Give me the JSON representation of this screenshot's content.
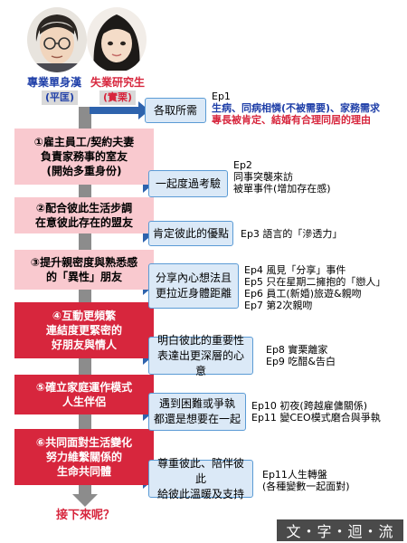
{
  "header": {
    "left_title": "專業單身漢",
    "left_name": "(平匡)",
    "right_title": "失業研究生",
    "right_name": "(實栗)"
  },
  "stages": [
    {
      "text": "①雇主員工/契約夫妻負責家務事的室友(開始多重身份)",
      "lines": [
        "①雇主員工/契約夫妻",
        "負責家務事的室友",
        "(開始多重身份)"
      ],
      "style": "light"
    },
    {
      "lines": [
        "②配合彼此生活步調",
        "在意彼此存在的盟友"
      ],
      "style": "light"
    },
    {
      "lines": [
        "③提升親密度與熟悉感",
        "的「異性」朋友"
      ],
      "style": "light"
    },
    {
      "lines": [
        "④互動更頻繁",
        "連結度更緊密的",
        "好朋友與情人"
      ],
      "style": "dark"
    },
    {
      "lines": [
        "⑤確立家庭運作模式",
        "人生伴侶"
      ],
      "style": "dark"
    },
    {
      "lines": [
        "⑥共同面對生活變化",
        "努力維繫關係的",
        "生命共同體"
      ],
      "style": "dark"
    }
  ],
  "actions": [
    {
      "lines": [
        "各取所需"
      ]
    },
    {
      "lines": [
        "一起度過考驗"
      ]
    },
    {
      "lines": [
        "肯定彼此的優點"
      ]
    },
    {
      "lines": [
        "分享內心想法且",
        "更拉近身體距離"
      ]
    },
    {
      "lines": [
        "明白彼此的重要性",
        "表達出更深層的心意"
      ]
    },
    {
      "lines": [
        "遇到困難或爭執",
        "都還是想要在一起"
      ]
    },
    {
      "lines": [
        "尊重彼此、陪伴彼此",
        "給彼此溫暖及支持"
      ]
    }
  ],
  "episodes": {
    "ep1": {
      "line1": "Ep1",
      "line2": "生病、同病相憐(不被需要)、家務需求",
      "line3": "專長被肯定、結婚有合理同居的理由"
    },
    "ep2": {
      "line1": "Ep2",
      "line2": "同事突襲來訪",
      "line3": "被單事件(增加存在感)"
    },
    "ep3": {
      "line1": "Ep3 語言的「滲透力」"
    },
    "ep4": {
      "line1": "Ep4 風見「分享」事件",
      "line2": "Ep5 只在星期二擁抱的「戀人」",
      "line3": "Ep6 員工(新婚)旅遊&親吻",
      "line4": "Ep7 第2次親吻"
    },
    "ep5": {
      "line1": "Ep8 實栗離家",
      "line2": "Ep9 吃醋&告白"
    },
    "ep6": {
      "line1": "Ep10 初夜(跨越雇傭關係)",
      "line2": "Ep11 變CEO模式磨合與爭執"
    },
    "ep7": {
      "line1": "Ep11人生轉盤",
      "line2": "(各種變數一起面對)"
    }
  },
  "footer": {
    "question": "接下來呢？",
    "watermark": "文・字・迴・流"
  }
}
